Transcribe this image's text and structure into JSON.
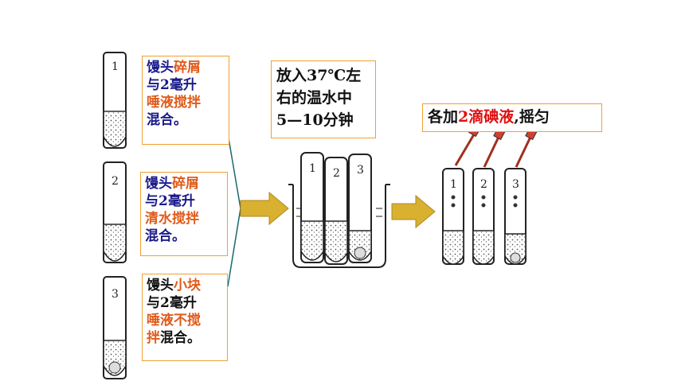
{
  "steps": [
    {
      "id": "1",
      "lines": [
        [
          {
            "t": "馒头",
            "c": "blue"
          },
          {
            "t": "碎屑",
            "c": "red"
          }
        ],
        [
          {
            "t": "与2毫升",
            "c": "blue"
          }
        ],
        [
          {
            "t": "唾液搅拌",
            "c": "red"
          }
        ],
        [
          {
            "t": "混合。",
            "c": "blue"
          }
        ]
      ]
    },
    {
      "id": "2",
      "lines": [
        [
          {
            "t": "馒头",
            "c": "blue"
          },
          {
            "t": "碎屑",
            "c": "red"
          }
        ],
        [
          {
            "t": "与2毫升",
            "c": "blue"
          }
        ],
        [
          {
            "t": "清水搅拌",
            "c": "red"
          }
        ],
        [
          {
            "t": "混合。",
            "c": "blue"
          }
        ]
      ]
    },
    {
      "id": "3",
      "lines": [
        [
          {
            "t": "馒头",
            "c": "black"
          },
          {
            "t": "小块",
            "c": "red"
          }
        ],
        [
          {
            "t": "与2毫升",
            "c": "black"
          }
        ],
        [
          {
            "t": "唾液不搅",
            "c": "red"
          }
        ],
        [
          {
            "t": "拌",
            "c": "red"
          },
          {
            "t": "混合。",
            "c": "black"
          }
        ]
      ]
    }
  ],
  "incubate": {
    "lines": [
      "放入37℃左",
      "右的温水中",
      "5—10分钟"
    ]
  },
  "iodine": {
    "prefix": "各加",
    "highlight": "2滴碘液",
    "suffix": ",摇匀"
  },
  "tube_labels": [
    "1",
    "2",
    "3"
  ],
  "colors": {
    "box_border": "#f0a030",
    "arrow": "#d9b030",
    "line": "#1a6a6a",
    "blue_text": "#1a1a8a",
    "red_text": "#e05a1a",
    "iodine_red": "#e01010"
  }
}
